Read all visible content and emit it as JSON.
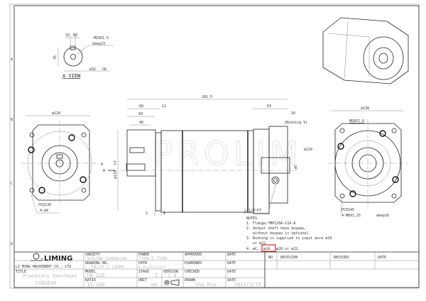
{
  "watermark": "PROLIM",
  "views": {
    "a_view": {
      "label": "A VIEW",
      "key_width": "10",
      "key_tol": "N9",
      "height": "35",
      "thread": "M10X1.5",
      "depth": "deep23",
      "diameter": "ø32",
      "diameter_tol": "h6"
    },
    "front": {
      "width": "ø120",
      "pcd": "PCD130",
      "holes": "4-ø9",
      "arrow_label": "A"
    },
    "side": {
      "overall": "281.5",
      "d60": "60",
      "d50": "50",
      "d40": "40",
      "d12": "12",
      "d63": "63",
      "d10": "10",
      "bushing": "(Bushing 9)",
      "pilot": "ø110",
      "pilot_tol": "h7",
      "pilot_right": "ø110",
      "phi_c": "øC",
      "d2": "2",
      "d8": "8",
      "port": "2-1/4\"PT",
      "arrow_label": "A"
    },
    "output": {
      "width": "ø130",
      "thread": "M6XP1.0",
      "pcd": "PCD145",
      "holes": "4-M8X1.25",
      "depth": "deep16"
    }
  },
  "notes": {
    "heading": "NOTES",
    "items": [
      "1. Flange:7MP120A-110-A",
      "2. Output shaft have keyway,",
      "   without keyway is optional.",
      "3. Bushing is supplied to input bore ø19",
      "   or ø22.",
      "4. øC:",
      "ø24",
      "ø28 or ø32."
    ],
    "highlight_color": "#e02020"
  },
  "title_block": {
    "company_logo": "LIMING",
    "company": "LI MING MACHINERY CO., LTD.",
    "title_label": "TITLE",
    "title_1": "Planetary Gearhead",
    "title_2": "FABGEAR",
    "variety_label": "VARIETY",
    "variety": "OUTLINE DIMENSION",
    "drawing_no_label": "DRAWING NO.",
    "drawing_no": "FB120-2-110M9",
    "model_label": "MODEL",
    "model": "FB-120",
    "ratio_label": "RATIO",
    "ratio": "15-100",
    "power_label": "POWER",
    "power": "750W-3.75KW",
    "path_label": "PATH",
    "path": "N:\\K\\LM7\\AS\\FB-F",
    "stage_label": "STAGE",
    "stage": "2",
    "version_label": "VERSION",
    "version": "1.0",
    "unit_label": "UNIT",
    "unit": "mm",
    "approved_label": "APPROVED",
    "examined_label": "EXAMINED",
    "checked_label": "CHECKED",
    "drawn_label": "DRAWN",
    "drawn": "Shu Rou",
    "date_label": "DATE",
    "date": "2011/3/15",
    "rev_no_label": "NO",
    "revision_label": "REVISION",
    "reviser_label": "REVISER",
    "rev_date_label": "DATE"
  },
  "frame": {
    "zones": [
      "A",
      "B",
      "C",
      "D"
    ]
  }
}
